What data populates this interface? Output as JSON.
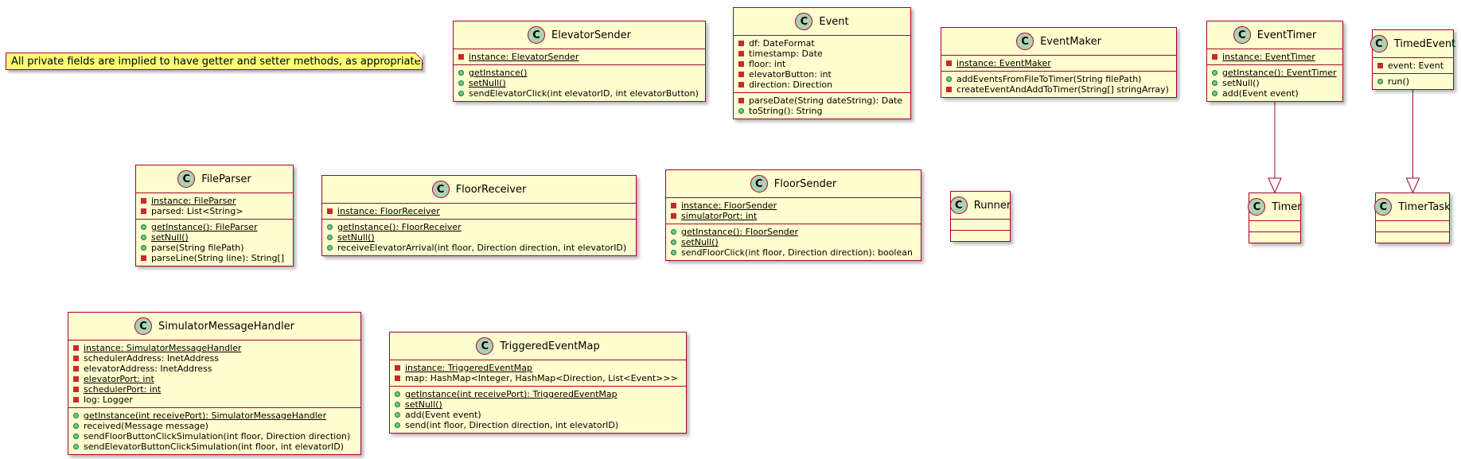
{
  "note": "All private fields are implied to have getter and setter methods, as appropriate.",
  "class_glyph": "C",
  "classes": [
    {
      "name": "ElevatorSender",
      "fields": [
        {
          "vis": "private",
          "text": "instance: ElevatorSender",
          "static": true
        }
      ],
      "methods": [
        {
          "vis": "public",
          "text": "getInstance()",
          "static": true
        },
        {
          "vis": "public",
          "text": "setNull()",
          "static": true
        },
        {
          "vis": "public",
          "text": "sendElevatorClick(int elevatorID, int elevatorButton)",
          "static": false
        }
      ]
    },
    {
      "name": "Event",
      "fields": [
        {
          "vis": "private",
          "text": "df: DateFormat",
          "static": false
        },
        {
          "vis": "private",
          "text": "timestamp: Date",
          "static": false
        },
        {
          "vis": "private",
          "text": "floor: int",
          "static": false
        },
        {
          "vis": "private",
          "text": "elevatorButton: int",
          "static": false
        },
        {
          "vis": "private",
          "text": "direction: Direction",
          "static": false
        }
      ],
      "methods": [
        {
          "vis": "private",
          "text": "parseDate(String dateString): Date",
          "static": false
        },
        {
          "vis": "public",
          "text": "toString(): String",
          "static": false
        }
      ]
    },
    {
      "name": "EventMaker",
      "fields": [
        {
          "vis": "private",
          "text": "instance: EventMaker",
          "static": true
        }
      ],
      "methods": [
        {
          "vis": "public",
          "text": "addEventsFromFileToTimer(String filePath)",
          "static": false
        },
        {
          "vis": "private",
          "text": "createEventAndAddToTimer(String[] stringArray)",
          "static": false
        }
      ]
    },
    {
      "name": "EventTimer",
      "fields": [
        {
          "vis": "private",
          "text": "instance: EventTimer",
          "static": true
        }
      ],
      "methods": [
        {
          "vis": "public",
          "text": "getInstance(): EventTimer",
          "static": true
        },
        {
          "vis": "public",
          "text": "setNull()",
          "static": false
        },
        {
          "vis": "public",
          "text": "add(Event event)",
          "static": false
        }
      ]
    },
    {
      "name": "TimedEvent",
      "fields": [
        {
          "vis": "private",
          "text": "event: Event",
          "static": false
        }
      ],
      "methods": [
        {
          "vis": "public",
          "text": "run()",
          "static": false
        }
      ]
    },
    {
      "name": "FileParser",
      "fields": [
        {
          "vis": "private",
          "text": "instance: FileParser",
          "static": true
        },
        {
          "vis": "private",
          "text": "parsed: List<String>",
          "static": false
        }
      ],
      "methods": [
        {
          "vis": "public",
          "text": "getInstance(): FileParser",
          "static": true
        },
        {
          "vis": "public",
          "text": "setNull()",
          "static": true
        },
        {
          "vis": "public",
          "text": "parse(String filePath)",
          "static": false
        },
        {
          "vis": "private",
          "text": "parseLine(String line): String[]",
          "static": false
        }
      ]
    },
    {
      "name": "FloorReceiver",
      "fields": [
        {
          "vis": "private",
          "text": "instance: FloorReceiver",
          "static": true
        }
      ],
      "methods": [
        {
          "vis": "public",
          "text": "getInstance(): FloorReceiver",
          "static": true
        },
        {
          "vis": "public",
          "text": "setNull()",
          "static": true
        },
        {
          "vis": "public",
          "text": "receiveElevatorArrival(int floor, Direction direction, int elevatorID)",
          "static": false
        }
      ]
    },
    {
      "name": "FloorSender",
      "fields": [
        {
          "vis": "private",
          "text": "instance: FloorSender",
          "static": true
        },
        {
          "vis": "private",
          "text": "simulatorPort: int",
          "static": true
        }
      ],
      "methods": [
        {
          "vis": "public",
          "text": "getInstance(): FloorSender",
          "static": true
        },
        {
          "vis": "public",
          "text": "setNull()",
          "static": true
        },
        {
          "vis": "public",
          "text": "sendFloorClick(int floor, Direction direction): boolean",
          "static": false
        }
      ]
    },
    {
      "name": "Runner",
      "fields": [],
      "methods": []
    },
    {
      "name": "Timer",
      "fields": [],
      "methods": []
    },
    {
      "name": "TimerTask",
      "fields": [],
      "methods": []
    },
    {
      "name": "SimulatorMessageHandler",
      "fields": [
        {
          "vis": "private",
          "text": "instance: SimulatorMessageHandler",
          "static": true
        },
        {
          "vis": "private",
          "text": "schedulerAddress: InetAddress",
          "static": false
        },
        {
          "vis": "private",
          "text": "elevatorAddress: InetAddress",
          "static": false
        },
        {
          "vis": "private",
          "text": "elevatorPort: int",
          "static": true
        },
        {
          "vis": "private",
          "text": "schedulerPort: int",
          "static": true
        },
        {
          "vis": "private",
          "text": "log: Logger",
          "static": false
        }
      ],
      "methods": [
        {
          "vis": "public",
          "text": "getInstance(int receivePort): SimulatorMessageHandler",
          "static": true
        },
        {
          "vis": "public",
          "text": "received(Message message)",
          "static": false
        },
        {
          "vis": "public",
          "text": "sendFloorButtonClickSimulation(int floor, Direction direction)",
          "static": false
        },
        {
          "vis": "public",
          "text": "sendElevatorButtonClickSimulation(int floor, int elevatorID)",
          "static": false
        }
      ]
    },
    {
      "name": "TriggeredEventMap",
      "fields": [
        {
          "vis": "private",
          "text": "instance: TriggeredEventMap",
          "static": true
        },
        {
          "vis": "private",
          "text": "map: HashMap<Integer, HashMap<Direction, List<Event>>>",
          "static": false
        }
      ],
      "methods": [
        {
          "vis": "public",
          "text": "getInstance(int receivePort): TriggeredEventMap",
          "static": true
        },
        {
          "vis": "public",
          "text": "setNull()",
          "static": true
        },
        {
          "vis": "public",
          "text": "add(Event event)",
          "static": false
        },
        {
          "vis": "public",
          "text": "send(int floor, Direction direction, int elevatorID)",
          "static": false
        }
      ]
    }
  ],
  "relations": [
    {
      "from": "EventTimer",
      "to": "Timer",
      "type": "extends"
    },
    {
      "from": "TimedEvent",
      "to": "TimerTask",
      "type": "extends"
    }
  ]
}
